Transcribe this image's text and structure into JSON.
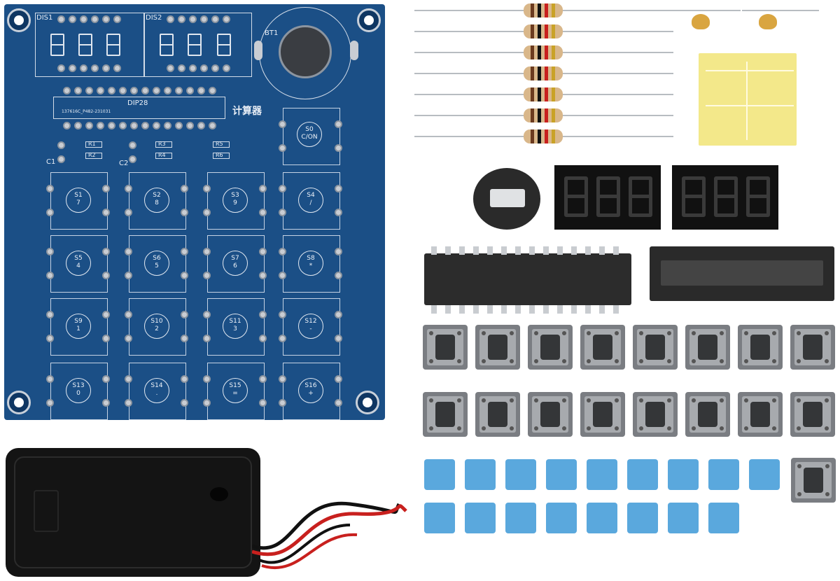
{
  "pcb": {
    "display_labels": [
      "DIS1",
      "DIS2"
    ],
    "battery_label": "BT1",
    "ic_label": "DIP28",
    "ic_marking": "137616C_P482-231031",
    "title_chinese": "计算器",
    "cap_labels": [
      "C1",
      "C2"
    ],
    "resistor_labels": [
      "R1",
      "R2",
      "R3",
      "R4",
      "R5",
      "R6"
    ],
    "power_key": {
      "id": "S0",
      "label": "C/ON"
    },
    "keys": [
      {
        "id": "S1",
        "label": "7"
      },
      {
        "id": "S2",
        "label": "8"
      },
      {
        "id": "S3",
        "label": "9"
      },
      {
        "id": "S4",
        "label": "/"
      },
      {
        "id": "S5",
        "label": "4"
      },
      {
        "id": "S6",
        "label": "5"
      },
      {
        "id": "S7",
        "label": "6"
      },
      {
        "id": "S8",
        "label": "*"
      },
      {
        "id": "S9",
        "label": "1"
      },
      {
        "id": "S10",
        "label": "2"
      },
      {
        "id": "S11",
        "label": "3"
      },
      {
        "id": "S12",
        "label": "-"
      },
      {
        "id": "S13",
        "label": "0"
      },
      {
        "id": "S14",
        "label": "."
      },
      {
        "id": "S15",
        "label": "="
      },
      {
        "id": "S16",
        "label": "+"
      }
    ]
  },
  "colors": {
    "pcb": "#1b4f86",
    "keycap": "#5aa8dd",
    "display": "#111111",
    "capacitor": "#d9a540",
    "wire_red": "#c8201e",
    "wire_black": "#111111"
  },
  "component_icons": [
    "resistor-icon",
    "ceramic-capacitor-icon",
    "seven-segment-display-icon",
    "dip28-chip-icon",
    "tactile-switch-icon",
    "keycap-icon",
    "battery-holder-icon"
  ]
}
